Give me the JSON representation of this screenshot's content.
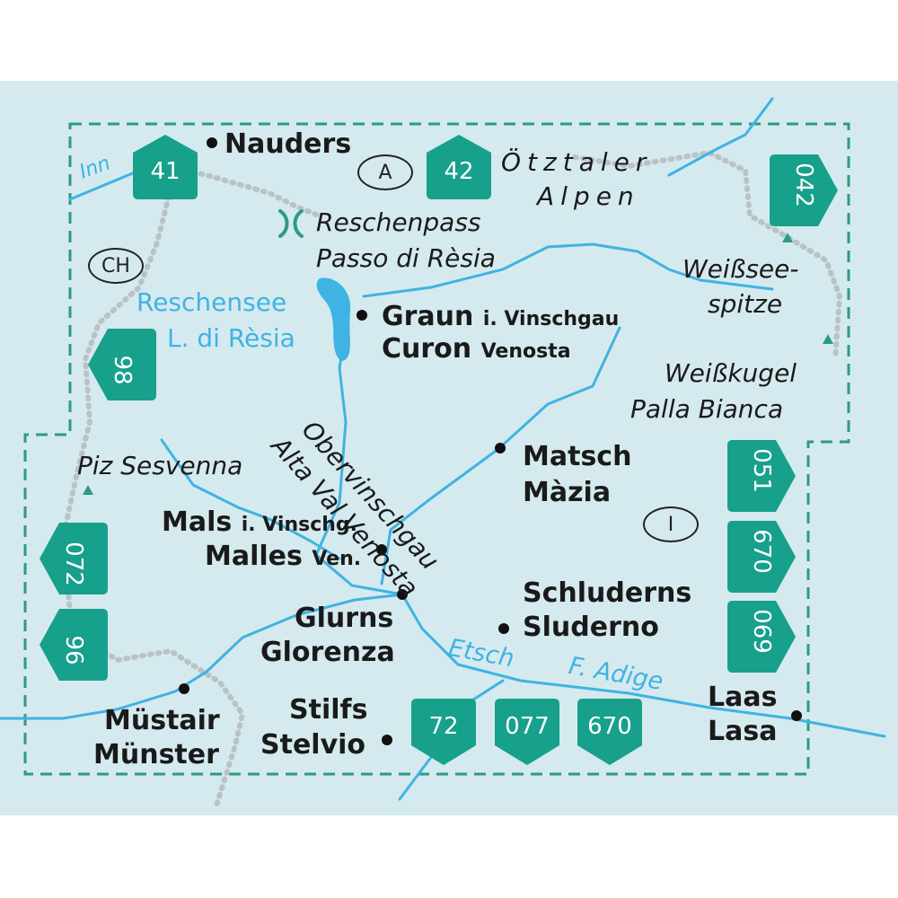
{
  "colors": {
    "land": "#d5eaee",
    "water": "#3fb3e3",
    "border_dash": "#2d9a86",
    "shield": "#17a08b",
    "boundary": "#b9c3c6"
  },
  "labels": {
    "nauders": "Nauders",
    "oetztaler": "Ötztaler",
    "alpen": "Alpen",
    "reschenpass": "Reschenpass",
    "passo_resia": "Passo di Rèsia",
    "weisssee_1": "Weißsee-",
    "weisssee_2": "spitze",
    "reschensee": "Reschensee",
    "l_di_resia": "L. di Rèsia",
    "graun": "Graun",
    "graun_sub": "i. Vinschgau",
    "curon": "Curon",
    "curon_sub": "Venosta",
    "weisskugel": "Weißkugel",
    "palla_bianca": "Palla Bianca",
    "obervinschgau": "Obervinschgau",
    "alta_val": "Alta Val Venosta",
    "piz_sesvenna": "Piz Sesvenna",
    "matsch": "Matsch",
    "mazia": "Màzia",
    "mals": "Mals",
    "mals_sub": "i. Vinschg.",
    "malles": "Malles",
    "malles_sub": "Ven.",
    "schluderns": "Schluderns",
    "sluderno": "Sluderno",
    "glurns": "Glurns",
    "glorenza": "Glorenza",
    "etsch": "Etsch",
    "f_adige": "F. Adige",
    "laas": "Laas",
    "lasa": "Lasa",
    "mustair": "Müstair",
    "munster": "Münster",
    "stilfs": "Stilfs",
    "stelvio": "Stelvio",
    "inn": "Inn"
  },
  "country_codes": {
    "austria": "A",
    "switzerland": "CH",
    "italy": "I"
  },
  "map_sheets": {
    "s41": "41",
    "s42": "42",
    "s042": "042",
    "s98": "98",
    "s072": "072",
    "s96": "96",
    "s051": "051",
    "s670_right": "670",
    "s069": "069",
    "s72": "72",
    "s077": "077",
    "s670_bottom": "670"
  }
}
